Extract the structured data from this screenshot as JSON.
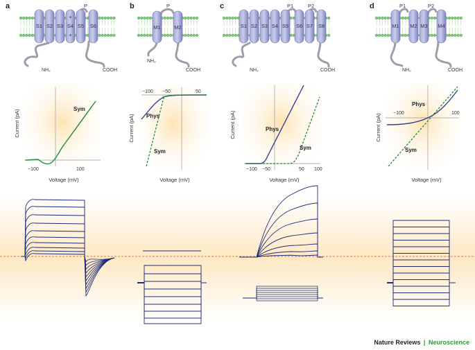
{
  "colors": {
    "helix": "#8d92c8",
    "helix_dark": "#5d639e",
    "membrane": "#7fc97a",
    "loop": "#9aa0aa",
    "bg_warm": "#fde8c2",
    "current": "#1f2a78",
    "green": "#1a8e3a",
    "phys": "#3a4290",
    "axis": "#666666",
    "dashed": "#c0623a"
  },
  "panels": [
    {
      "letter": "a",
      "segments": [
        "S1",
        "S2",
        "S3",
        "S4",
        "S5",
        "S6"
      ],
      "pore": "P",
      "n_term": "NH₂",
      "c_term": "COOH"
    },
    {
      "letter": "b",
      "segments": [
        "M1",
        "M2"
      ],
      "pore": "P",
      "n_term": "NH₂",
      "c_term": "COOH"
    },
    {
      "letter": "c",
      "segments": [
        "S1",
        "S2",
        "S3",
        "S4",
        "S5",
        "S6",
        "S7",
        "S8"
      ],
      "pores": [
        "P1",
        "P2"
      ],
      "n_term": "NH₂",
      "c_term": "COOH"
    },
    {
      "letter": "d",
      "segments": [
        "M1",
        "M2",
        "M3",
        "M4"
      ],
      "pores": [
        "P1",
        "P2"
      ],
      "n_term": "NH₂",
      "c_term": "COOH"
    }
  ],
  "iv_plots": [
    {
      "id": "a",
      "ylabel": "Current (pA)",
      "xlabel": "Voltage (mV)",
      "xticks": [
        "−100",
        "100"
      ],
      "labels": {
        "sym": "Sym"
      }
    },
    {
      "id": "b",
      "ylabel": "Current (pA)",
      "xlabel": "Voltage (mV)",
      "xticks": [
        "−100",
        "−50",
        "50"
      ],
      "labels": {
        "phys": "Phys",
        "sym": "Sym"
      }
    },
    {
      "id": "c",
      "ylabel": "Current (pA)",
      "xlabel": "Voltage (mV)",
      "xticks": [
        "−100",
        "−50",
        "50",
        "100"
      ],
      "labels": {
        "phys": "Phys",
        "sym": "Sym"
      }
    },
    {
      "id": "d",
      "ylabel": "Current (pA)",
      "xlabel": "Voltage (mV)",
      "xticks": [
        "−100",
        "100"
      ],
      "labels": {
        "phys": "Phys",
        "sym": "Sym"
      }
    }
  ],
  "footer": {
    "journal": "Nature Reviews",
    "separator": "|",
    "section": "Neuroscience"
  }
}
